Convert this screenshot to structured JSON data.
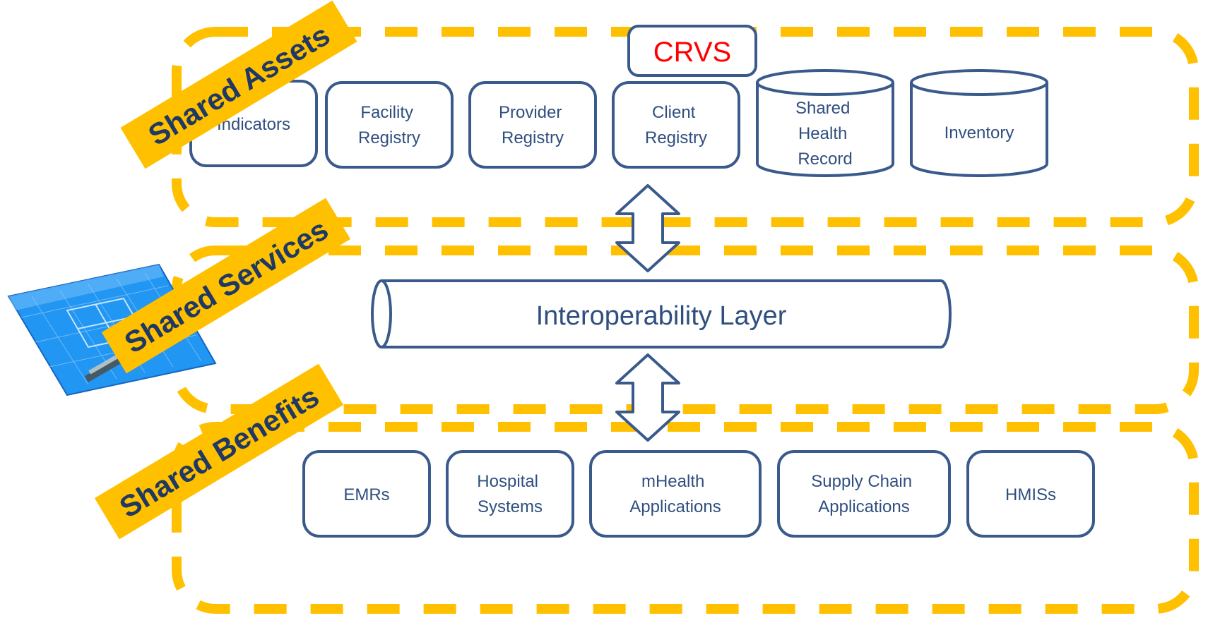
{
  "layers": [
    {
      "id": "assets",
      "label": "Shared Assets"
    },
    {
      "id": "services",
      "label": "Shared Services"
    },
    {
      "id": "benefits",
      "label": "Shared Benefits"
    }
  ],
  "crvs": {
    "label": "CRVS",
    "color": "#ff0000"
  },
  "assets": {
    "indicators": [
      "Indicators"
    ],
    "facility_registry": [
      "Facility",
      "Registry"
    ],
    "provider_registry": [
      "Provider",
      "Registry"
    ],
    "client_registry": [
      "Client",
      "Registry"
    ],
    "shared_health_record": [
      "Shared",
      "Health",
      "Record"
    ],
    "inventory": [
      "Inventory"
    ]
  },
  "services": {
    "interoperability_layer": "Interoperability Layer"
  },
  "benefits": {
    "emrs": [
      "EMRs"
    ],
    "hospital_systems": [
      "Hospital",
      "Systems"
    ],
    "mhealth_applications": [
      "mHealth",
      "Applications"
    ],
    "supply_chain_applications": [
      "Supply Chain",
      "Applications"
    ],
    "hmiss": [
      "HMISs"
    ]
  },
  "colors": {
    "dash": "#ffc000",
    "box_stroke": "#3a5a8c",
    "text": "#2f4f7f",
    "banner_fill": "#ffc000",
    "banner_text": "#1f3864",
    "blueprint": "#1e88e5"
  }
}
